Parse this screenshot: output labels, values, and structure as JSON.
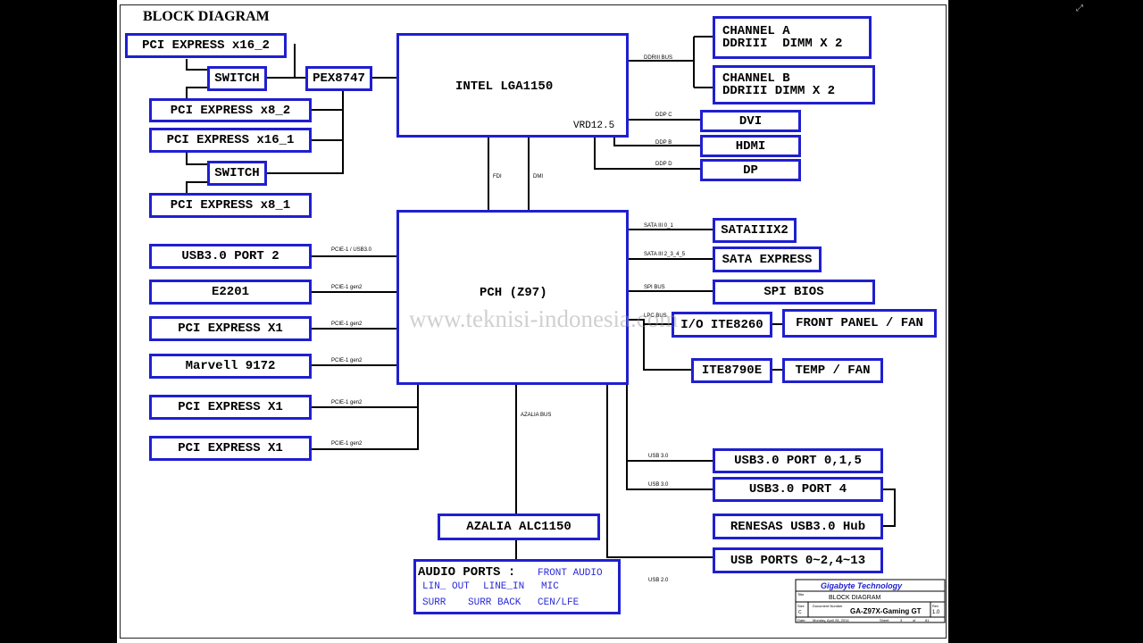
{
  "title": "BLOCK DIAGRAM",
  "watermark": "www.teknisi-indonesia.com",
  "cpu": {
    "name": "INTEL LGA1150",
    "vrd": "VRD12.5"
  },
  "pch": {
    "name": "PCH (Z97)"
  },
  "left_top": {
    "pcie16_2": "PCI EXPRESS x16_2",
    "switch_1": "SWITCH",
    "pex": "PEX8747",
    "pcie8_2": "PCI EXPRESS x8_2",
    "pcie16_1": "PCI EXPRESS x16_1",
    "switch_2": "SWITCH",
    "pcie8_1": "PCI EXPRESS x8_1"
  },
  "left_pch": [
    {
      "name": "USB3.0 PORT 2",
      "bus": "PCIE-1 / USB3.0"
    },
    {
      "name": "E2201",
      "bus": "PCIE-1 gen2"
    },
    {
      "name": "PCI EXPRESS X1",
      "bus": "PCIE-1 gen2"
    },
    {
      "name": "Marvell 9172",
      "bus": "PCIE-1 gen2"
    },
    {
      "name": "PCI EXPRESS X1",
      "bus": "PCIE-1 gen2"
    },
    {
      "name": "PCI EXPRESS X1",
      "bus": "PCIE-1 gen2"
    }
  ],
  "memory": {
    "bus": "DDRIII BUS",
    "a_line1": "CHANNEL A",
    "a_line2": "DDRIII  DIMM X 2",
    "b_line1": "CHANNEL B",
    "b_line2": "DDRIII DIMM X 2"
  },
  "display": [
    {
      "name": "DVI",
      "bus": "DDP C"
    },
    {
      "name": "HDMI",
      "bus": "DDP B"
    },
    {
      "name": "DP",
      "bus": "DDP D"
    }
  ],
  "links": {
    "fdi": "FDI",
    "dmi": "DMI",
    "azalia_bus": "AZALIA BUS"
  },
  "right_pch": {
    "sata2": "SATAIIIX2",
    "sata2_bus": "SATA III 0_1",
    "sataexp": "SATA EXPRESS",
    "sataexp_bus": "SATA III 2_3_4_5",
    "spi": "SPI BIOS",
    "spi_bus": "SPI BUS",
    "lpc_bus": "LPC BUS",
    "io": "I/O ITE8260",
    "front": "FRONT PANEL / FAN",
    "ite": "ITE8790E",
    "temp": "TEMP / FAN",
    "usb30_a": "USB 3.0",
    "usb_port015": "USB3.0 PORT 0,1,5",
    "usb30_b": "USB 3.0",
    "usb_port4": "USB3.0 PORT 4",
    "renesas": "RENESAS USB3.0 Hub",
    "usb_ports": "USB PORTS 0~2,4~13",
    "usb20": "USB 2.0"
  },
  "audio": {
    "codec": "AZALIA ALC1150",
    "ports_title": "AUDIO PORTS :",
    "front": "FRONT AUDIO",
    "lin_out": "LIN_ OUT",
    "line_in": "LINE_IN",
    "mic": "MIC",
    "surr": "SURR",
    "surr_back": "SURR BACK",
    "cen_lfe": "CEN/LFE"
  },
  "titleblock": {
    "company": "Gigabyte Technology",
    "title_label": "Title",
    "title_value": "BLOCK DIAGRAM",
    "size_label": "Size",
    "size_value": "C",
    "doc_label": "Document Number",
    "doc_value": "GA-Z97X-Gaming GT",
    "rev_label": "Rev",
    "rev_value": "1.0",
    "date_label": "Date:",
    "date_value": "Monday, April 28, 2014",
    "sheet_label": "Sheet",
    "sheet_value": "3",
    "of_label": "of",
    "of_value": "81"
  },
  "colors": {
    "box_border": "#1f1fd0",
    "audio_text": "#2a2ad8",
    "line": "#000000"
  }
}
